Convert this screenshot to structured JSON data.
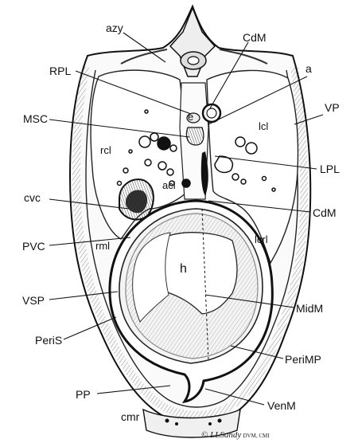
{
  "diagram": {
    "labels": {
      "azy": "azy",
      "cdm_top": "CdM",
      "rpl": "RPL",
      "a": "a",
      "e": "e",
      "msc": "MSC",
      "vp": "VP",
      "lcl": "lcl",
      "rcl": "rcl",
      "lpl": "LPL",
      "acl": "acl",
      "cvc": "cvc",
      "cdm_mid": "CdM",
      "pvc": "PVC",
      "rml": "rml",
      "lcrl": "lcrl",
      "h": "h",
      "vsp": "VSP",
      "midm": "MidM",
      "peris": "PeriS",
      "perimp": "PeriMP",
      "pp": "PP",
      "venm": "VenM",
      "cmr": "cmr"
    },
    "credit": {
      "signature": "© LLSandy",
      "suffix": "DVM, CMI"
    }
  }
}
